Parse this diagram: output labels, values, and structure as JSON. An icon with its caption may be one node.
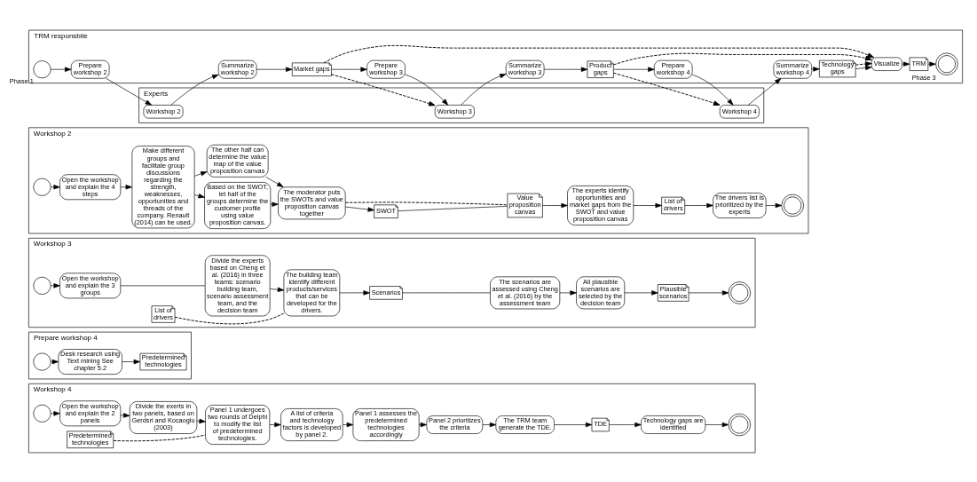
{
  "diagram": {
    "nodes": [
      {
        "text": [
          "TRM responsbile"
        ]
      },
      {
        "text": [
          "Experts"
        ]
      },
      {
        "text": [],
        "shape": "circle",
        "in": 0,
        "beside": [
          "Phase 1"
        ]
      },
      {
        "text": [
          "Prepare workshop 2"
        ],
        "in": 0
      },
      {
        "text": [
          "Summarize workshop 2"
        ],
        "in": 0
      },
      {
        "text": [
          "Market gaps"
        ],
        "in": 0
      },
      {
        "text": [
          "Prepare workshop 3"
        ],
        "in": 0
      },
      {
        "text": [
          "Summarize workshop 3"
        ],
        "in": 0
      },
      {
        "text": [
          "Product gaps"
        ],
        "in": 0
      },
      {
        "text": [
          "Prepare workshop 4"
        ],
        "in": 0
      },
      {
        "text": [
          "Summarize workshop 4"
        ],
        "in": 0
      },
      {
        "text": [
          "Technology gaps"
        ],
        "in": 0
      },
      {
        "text": [
          "Visualize"
        ],
        "in": 0
      },
      {
        "text": [
          "TRM"
        ],
        "in": 0
      },
      {
        "text": [],
        "shape": "circle",
        "in": 0,
        "beside": [
          "Phase 3"
        ]
      },
      {
        "text": [
          "Workshop 2"
        ],
        "in": 1
      },
      {
        "text": [
          "Workshop 3"
        ],
        "in": 1
      },
      {
        "text": [
          "Workshop 4"
        ],
        "in": 1
      },
      {
        "text": [
          "Workshop 2"
        ]
      },
      {
        "text": [],
        "shape": "circle",
        "in": 18
      },
      {
        "text": [
          "Open the workshop and explain the 4 steps"
        ],
        "in": 18
      },
      {
        "text": [
          "Make different groups and facilitate group discussions regarding the strength, weaknesses, opportunities and threads of the company. Renault (2014) can be used."
        ],
        "in": 18
      },
      {
        "text": [
          "Based on the SWOT, let half of the groups determine the customer profile using value proposition canvas."
        ],
        "in": 18
      },
      {
        "text": [
          "The other half can determine the value map of the value proposition canvas"
        ],
        "in": 18
      },
      {
        "text": [
          "The moderator puts the SWOTs and value proposition canvas together"
        ],
        "in": 18
      },
      {
        "text": [
          "SWOT"
        ],
        "in": 18
      },
      {
        "text": [
          "Value proposition canvas"
        ],
        "in": 18
      },
      {
        "text": [
          "The experts identify opportunities and market gaps from the SWOT and value proposition canvas"
        ],
        "in": 18
      },
      {
        "text": [
          "List of drivers"
        ],
        "in": 18
      },
      {
        "text": [
          "The drivers list is prioritized by the experts"
        ],
        "in": 18
      },
      {
        "text": [],
        "shape": "circle",
        "in": 18
      },
      {
        "text": [
          "Workshop 3"
        ]
      },
      {
        "text": [],
        "shape": "circle",
        "in": 31
      },
      {
        "text": [
          "Open the workshop and explain the 3 groups"
        ],
        "in": 31
      },
      {
        "text": [
          "Divide the experts based on Cheng et al. (2016) in three teams: scenario building team, scenario assessment team, and the decision team"
        ],
        "in": 31
      },
      {
        "text": [
          "List of drivers"
        ],
        "in": 31
      },
      {
        "text": [
          "The building team identify different products/services that can be developed for the drivers."
        ],
        "in": 31
      },
      {
        "text": [
          "Scenarios"
        ],
        "in": 31
      },
      {
        "text": [
          "The scenarios are assessed using Cheng et al. (2016) by the assessment team"
        ],
        "in": 31
      },
      {
        "text": [
          "All plausible scenarios are selected by the decision team"
        ],
        "in": 31
      },
      {
        "text": [
          "Plausible scenarios"
        ],
        "in": 31
      },
      {
        "text": [],
        "shape": "circle",
        "in": 31
      },
      {
        "text": [
          "Prepare workshop 4"
        ]
      },
      {
        "text": [],
        "shape": "circle",
        "in": 42
      },
      {
        "text": [
          "Desk research using Text mining See chapter 5.2"
        ],
        "in": 42
      },
      {
        "text": [
          "Predetermined technologies"
        ],
        "in": 42
      },
      {
        "text": [
          "Workshop 4"
        ]
      },
      {
        "text": [],
        "shape": "circle",
        "in": 46
      },
      {
        "text": [
          "Open the workshop and explain the 2 panels"
        ],
        "in": 46
      },
      {
        "text": [
          "Divide the exerts in two panels, based on Gerdsri and Kocaoglu (2003)"
        ],
        "in": 46
      },
      {
        "text": [
          "Predetermined technologies"
        ],
        "in": 46
      },
      {
        "text": [
          "Panel 1 undergoes two rounds of Delphi to modify the list of predetermined technologies."
        ],
        "in": 46
      },
      {
        "text": [
          "A list of criteria and technology factors is developed by panel 2."
        ],
        "in": 46
      },
      {
        "text": [
          "Panel 1 assesses the predetermined technologies accordingly"
        ],
        "in": 46
      },
      {
        "text": [
          "Panel 2 prioritizes the criteria"
        ],
        "in": 46
      },
      {
        "text": [
          "The TRM team generate the TDE."
        ],
        "in": 46
      },
      {
        "text": [
          "TDE"
        ],
        "in": 46
      },
      {
        "text": [
          "Technology gaps are identified"
        ],
        "in": 46
      },
      {
        "text": [],
        "shape": "circle",
        "in": 46
      }
    ],
    "edges": [
      {
        "from": 2,
        "to": 3,
        "arrow": "to"
      },
      {
        "from": 3,
        "to": 15,
        "arrow": "to"
      },
      {
        "from": 15,
        "to": 4,
        "arrow": "to"
      },
      {
        "from": 4,
        "to": 5,
        "arrow": "to"
      },
      {
        "from": 5,
        "to": 6,
        "arrow": "to"
      },
      {
        "from": 6,
        "to": 16,
        "arrow": "to"
      },
      {
        "from": 16,
        "to": 7,
        "arrow": "to"
      },
      {
        "from": 7,
        "to": 8,
        "arrow": "to"
      },
      {
        "from": 8,
        "to": 9,
        "arrow": "to"
      },
      {
        "from": 9,
        "to": 17,
        "arrow": "to"
      },
      {
        "from": 17,
        "to": 10,
        "arrow": "to"
      },
      {
        "from": 10,
        "to": 11,
        "arrow": "to"
      },
      {
        "from": 11,
        "to": 12,
        "arrow": "to"
      },
      {
        "from": 12,
        "to": 13,
        "arrow": "to"
      },
      {
        "from": 13,
        "to": 14,
        "arrow": "to"
      },
      {
        "from": 5,
        "to": 16,
        "arrow": "to",
        "style": "dashed"
      },
      {
        "from": 8,
        "to": 17,
        "arrow": "to",
        "style": "dashed"
      },
      {
        "from": 5,
        "to": 12,
        "arrow": "to",
        "style": "dashed"
      },
      {
        "from": 8,
        "to": 12,
        "arrow": "to",
        "style": "dashed"
      },
      {
        "from": 11,
        "to": 12,
        "arrow": "to",
        "style": "dashed"
      },
      {
        "from": 19,
        "to": 20,
        "arrow": "to"
      },
      {
        "from": 20,
        "to": 21,
        "arrow": "to"
      },
      {
        "from": 21,
        "to": 22,
        "arrow": "to"
      },
      {
        "from": 21,
        "to": 23,
        "arrow": "to"
      },
      {
        "from": 22,
        "to": 24,
        "arrow": "to"
      },
      {
        "from": 23,
        "to": 24,
        "arrow": "to"
      },
      {
        "from": 24,
        "to": 25,
        "arrow": "to"
      },
      {
        "from": 25,
        "to": 26,
        "arrow": "none"
      },
      {
        "from": 24,
        "to": 26,
        "arrow": "none",
        "style": "dashed"
      },
      {
        "from": 26,
        "to": 27,
        "arrow": "to"
      },
      {
        "from": 27,
        "to": 28,
        "arrow": "to"
      },
      {
        "from": 28,
        "to": 29,
        "arrow": "to"
      },
      {
        "from": 29,
        "to": 30,
        "arrow": "to"
      },
      {
        "from": 32,
        "to": 33,
        "arrow": "to"
      },
      {
        "from": 33,
        "to": 34,
        "arrow": "none"
      },
      {
        "from": 34,
        "to": 36,
        "arrow": "to"
      },
      {
        "from": 35,
        "to": 36,
        "arrow": "none",
        "style": "dashed"
      },
      {
        "from": 36,
        "to": 37,
        "arrow": "to"
      },
      {
        "from": 37,
        "to": 38,
        "arrow": "none"
      },
      {
        "from": 38,
        "to": 39,
        "arrow": "to"
      },
      {
        "from": 39,
        "to": 40,
        "arrow": "to"
      },
      {
        "from": 40,
        "to": 41,
        "arrow": "to"
      },
      {
        "from": 43,
        "to": 44,
        "arrow": "to"
      },
      {
        "from": 44,
        "to": 45,
        "arrow": "to"
      },
      {
        "from": 47,
        "to": 48,
        "arrow": "to"
      },
      {
        "from": 48,
        "to": 49,
        "arrow": "to"
      },
      {
        "from": 49,
        "to": 51,
        "arrow": "to"
      },
      {
        "from": 50,
        "to": 51,
        "arrow": "none",
        "style": "dashed"
      },
      {
        "from": 51,
        "to": 52,
        "arrow": "to"
      },
      {
        "from": 52,
        "to": 53,
        "arrow": "to"
      },
      {
        "from": 53,
        "to": 54,
        "arrow": "to"
      },
      {
        "from": 54,
        "to": 55,
        "arrow": "to"
      },
      {
        "from": 55,
        "to": 56,
        "arrow": "to"
      },
      {
        "from": 56,
        "to": 57,
        "arrow": "to"
      },
      {
        "from": 57,
        "to": 58,
        "arrow": "to"
      }
    ]
  }
}
